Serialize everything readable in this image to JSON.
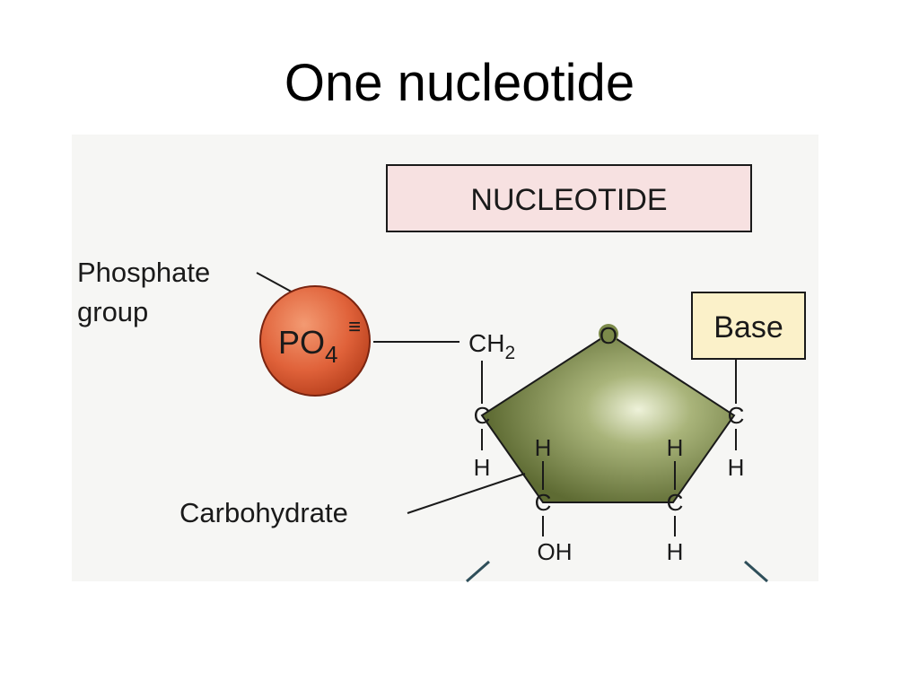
{
  "slide": {
    "title": "One nucleotide"
  },
  "diagram": {
    "header_label": "NUCLEOTIDE",
    "phosphate": {
      "label_line1": "Phosphate",
      "label_line2": "group",
      "formula_main": "PO",
      "formula_sub": "4",
      "formula_sup": "≡"
    },
    "base": {
      "label": "Base"
    },
    "sugar": {
      "label": "Carbohydrate",
      "ch2_main": "CH",
      "ch2_sub": "2",
      "ring_oxygen": "O",
      "atoms": {
        "c_left": "C",
        "h_left": "H",
        "c_right": "C",
        "h_right": "H",
        "h_bottom_left_top": "H",
        "c_bottom_left": "C",
        "oh_bottom_left": "OH",
        "h_bottom_right_top": "H",
        "c_bottom_right": "C",
        "h_bottom_right": "H"
      }
    },
    "colors": {
      "phosphate_fill": "#e0623a",
      "phosphate_stroke": "#7a2410",
      "sugar_fill": "#7c8a4a",
      "sugar_highlight": "#e6ecd0",
      "header_box_fill": "#f7e1e1",
      "base_box_fill": "#fbf1c9",
      "line": "#1a1a1a"
    }
  }
}
